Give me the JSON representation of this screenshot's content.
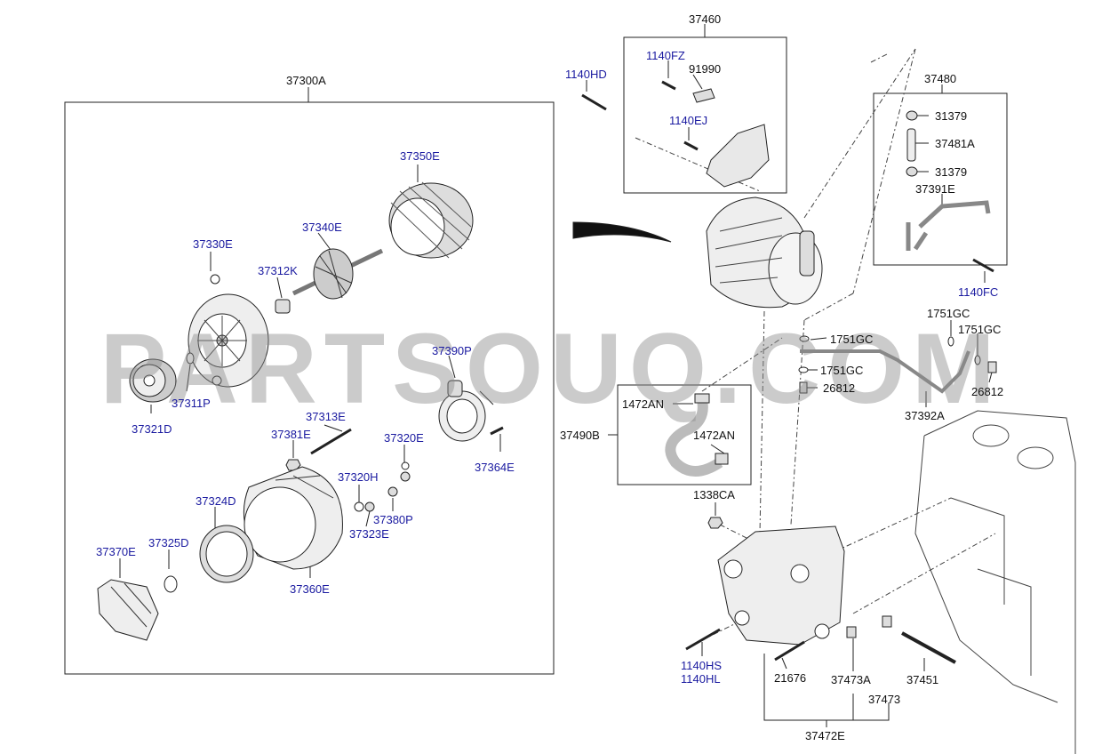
{
  "watermark": "PARTSOUQ.COM",
  "colors": {
    "label_blue": "#1a1aa0",
    "label_black": "#111111",
    "line": "#222222"
  },
  "labels": {
    "l37460": "37460",
    "l1140HD": "1140HD",
    "l1140FZ": "1140FZ",
    "l91990": "91990",
    "l1140EJ": "1140EJ",
    "l37480": "37480",
    "l31379a": "31379",
    "l37481A": "37481A",
    "l31379b": "31379",
    "l37391E": "37391E",
    "l1140FC": "1140FC",
    "l37300A": "37300A",
    "l37350E": "37350E",
    "l37330E": "37330E",
    "l37340E": "37340E",
    "l37312K": "37312K",
    "l37390P": "37390P",
    "l37311P": "37311P",
    "l37321D": "37321D",
    "l37313E": "37313E",
    "l37381E": "37381E",
    "l37320E": "37320E",
    "l37364E": "37364E",
    "l37320H": "37320H",
    "l37380P": "37380P",
    "l37323E": "37323E",
    "l37324D": "37324D",
    "l37325D": "37325D",
    "l37370E": "37370E",
    "l37360E": "37360E",
    "l1751GCa": "1751GC",
    "l1751GCb": "1751GC",
    "l1751GCc": "1751GC",
    "l1751GCd": "1751GC",
    "l26812a": "26812",
    "l26812b": "26812",
    "l37392A": "37392A",
    "l1472ANa": "1472AN",
    "l1472ANb": "1472AN",
    "l37490B": "37490B",
    "l1338CA": "1338CA",
    "l1140HS": "1140HS",
    "l1140HL": "1140HL",
    "l21676": "21676",
    "l37473A": "37473A",
    "l37473": "37473",
    "l37451": "37451",
    "l37472E": "37472E"
  }
}
